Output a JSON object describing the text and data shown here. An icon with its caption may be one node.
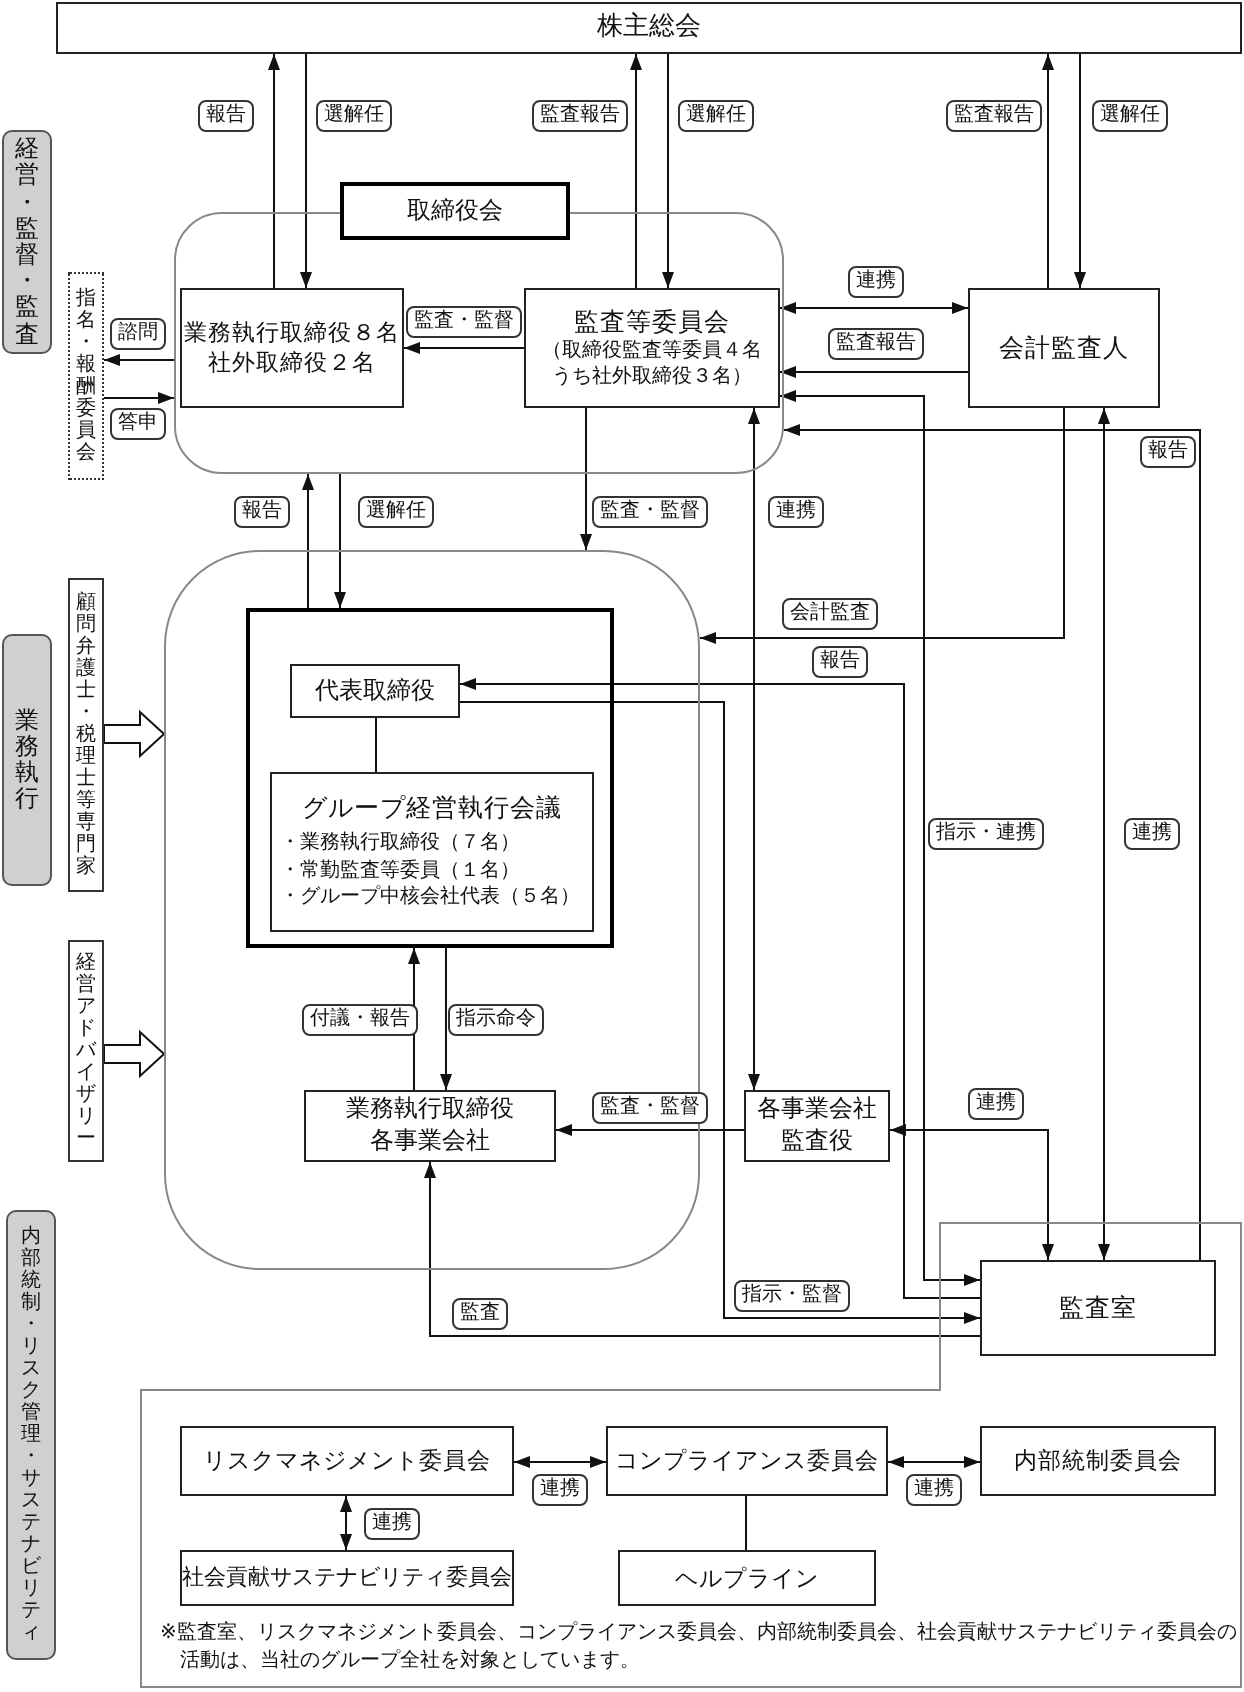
{
  "diagram": {
    "nodes": [
      {
        "text": [
          "株主総会"
        ]
      },
      {
        "text": [
          "取締役会"
        ]
      },
      {
        "text": [
          "業務執行取締役８名社外取締役２名"
        ],
        "in": 1
      },
      {
        "text": [
          "監査等委員会",
          "（取締役監査等委員４名うち社外取締役３名）"
        ],
        "in": 1
      },
      {
        "text": [
          "会計監査人"
        ]
      },
      {
        "text": [
          "指名・報酬委員会"
        ]
      },
      {
        "text": [
          "顧問弁護士・税理士等専門家"
        ]
      },
      {
        "text": [
          "経営アドバイザリー"
        ]
      },
      {
        "text": [],
        "shape": "box"
      },
      {
        "text": [],
        "shape": "box",
        "in": 8
      },
      {
        "text": [
          "代表取締役"
        ],
        "in": 9
      },
      {
        "text": [
          "グループ経営執行会議",
          "・業務執行取締役（７名）",
          "・常勤監査等委員（１名）",
          "・グループ中核会社代表（５名）"
        ],
        "in": 9
      },
      {
        "text": [
          "業務執行取締役各事業会社"
        ],
        "in": 8
      },
      {
        "text": [
          "各事業会社監査役"
        ]
      },
      {
        "text": [],
        "shape": "polygon"
      },
      {
        "text": [
          "監査室"
        ],
        "in": 14
      },
      {
        "text": [
          "リスクマネジメント委員会"
        ],
        "in": 14
      },
      {
        "text": [
          "コンプライアンス委員会"
        ],
        "in": 14
      },
      {
        "text": [
          "内部統制委員会"
        ],
        "in": 14
      },
      {
        "text": [
          "社会貢献サステナビリティ委員会"
        ],
        "in": 14
      },
      {
        "text": [
          "ヘルプライン"
        ],
        "in": 14
      }
    ],
    "edges": [
      {
        "from": 2,
        "to": 0,
        "arrow": "to",
        "label": "報告"
      },
      {
        "from": 0,
        "to": 2,
        "arrow": "to",
        "label": "選解任"
      },
      {
        "from": 3,
        "to": 0,
        "arrow": "to",
        "label": "監査報告"
      },
      {
        "from": 0,
        "to": 3,
        "arrow": "to",
        "label": "選解任"
      },
      {
        "from": 4,
        "to": 0,
        "arrow": "to",
        "label": "監査報告"
      },
      {
        "from": 0,
        "to": 4,
        "arrow": "to",
        "label": "選解任"
      },
      {
        "from": 3,
        "to": 2,
        "arrow": "to",
        "label": "監査・監督"
      },
      {
        "from": 3,
        "to": 4,
        "arrow": "both",
        "label": "連携"
      },
      {
        "from": 4,
        "to": 3,
        "arrow": "to",
        "label": "監査報告"
      },
      {
        "from": 1,
        "to": 5,
        "arrow": "to",
        "label": "諮問"
      },
      {
        "from": 5,
        "to": 1,
        "arrow": "to",
        "label": "答申"
      },
      {
        "from": 9,
        "to": 1,
        "arrow": "to",
        "label": "報告"
      },
      {
        "from": 1,
        "to": 9,
        "arrow": "to",
        "label": "選解任"
      },
      {
        "from": 3,
        "to": 8,
        "arrow": "to",
        "label": "監査・監督"
      },
      {
        "from": 3,
        "to": 13,
        "arrow": "both",
        "label": "連携"
      },
      {
        "from": 4,
        "to": 8,
        "arrow": "to",
        "label": "会計監査"
      },
      {
        "from": 15,
        "to": 10,
        "arrow": "to",
        "label": "報告"
      },
      {
        "from": 3,
        "to": 15,
        "arrow": "both",
        "label": "指示・連携"
      },
      {
        "from": 13,
        "to": 15,
        "arrow": "both",
        "label": "連携"
      },
      {
        "from": 4,
        "to": 15,
        "arrow": "both",
        "label": "連携"
      },
      {
        "from": 15,
        "to": 1,
        "arrow": "to",
        "label": "報告"
      },
      {
        "from": 15,
        "to": 12,
        "arrow": "to",
        "label": "監査"
      },
      {
        "from": 13,
        "to": 12,
        "arrow": "to",
        "label": "監査・監督"
      },
      {
        "from": 10,
        "to": 15,
        "arrow": "to",
        "label": "指示・監督"
      },
      {
        "from": 12,
        "to": 9,
        "arrow": "to",
        "label": "付議・報告"
      },
      {
        "from": 9,
        "to": 12,
        "arrow": "to",
        "label": "指示命令"
      },
      {
        "from": 10,
        "to": 11,
        "arrow": "none"
      },
      {
        "from": 16,
        "to": 17,
        "arrow": "both",
        "label": "連携"
      },
      {
        "from": 17,
        "to": 18,
        "arrow": "both",
        "label": "連携"
      },
      {
        "from": 16,
        "to": 19,
        "arrow": "both",
        "label": "連携"
      },
      {
        "from": 17,
        "to": 20,
        "arrow": "none"
      },
      {
        "from": 6,
        "to": 8,
        "arrow": "to",
        "style": "thick"
      },
      {
        "from": 7,
        "to": 8,
        "arrow": "to",
        "style": "thick"
      }
    ],
    "labels": [
      "経営・監督・監査",
      "業務執行",
      "内部統制・リスク管理・サステナビリティ",
      "※監査室、リスクマネジメント委員会、コンプライアンス委員会、内部統制委員会、社会貢献サステナビリティ委員会の活動は、当社のグループ全社を対象としています。"
    ]
  }
}
